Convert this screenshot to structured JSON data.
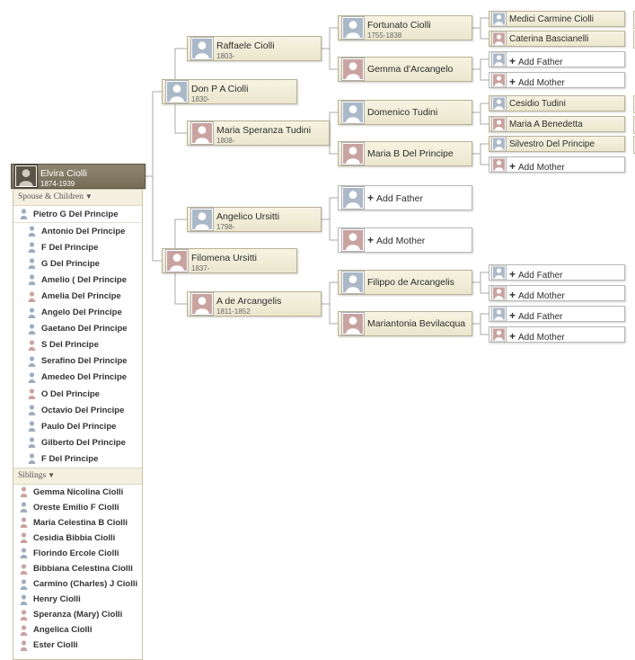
{
  "colors": {
    "card_fill": "#ede8d0",
    "card_border": "#b9b296",
    "root_fill": "#7f7562",
    "male_avatar": "#aab8c8",
    "female_avatar": "#c9a3a0",
    "line": "#a9a9a9"
  },
  "icons": {
    "person_male": "person-silhouette-male-icon",
    "person_female": "person-silhouette-female-icon",
    "dropdown": "triangle-down-icon",
    "add": "plus-icon"
  },
  "root_person": {
    "name": "Elvira Ciolli",
    "dates": "1874-1939",
    "gender": "female"
  },
  "tree": {
    "father": {
      "name": "Don P A Ciolli",
      "dates": "1830-",
      "gender": "male"
    },
    "mother": {
      "name": "Filomena Ursitti",
      "dates": "1837-",
      "gender": "female"
    },
    "paternal_grandfather": {
      "name": "Raffaele Ciolli",
      "dates": "1803-",
      "gender": "male"
    },
    "paternal_grandmother": {
      "name": "Maria Speranza Tudini",
      "dates": "1808-",
      "gender": "female"
    },
    "maternal_grandfather": {
      "name": "Angelico Ursitti",
      "dates": "1798-",
      "gender": "male"
    },
    "maternal_grandmother": {
      "name": "A de Arcangelis",
      "dates": "1811-1852",
      "gender": "female"
    },
    "gen3": [
      {
        "name": "Fortunato Ciolli",
        "dates": "1755-1838",
        "gender": "male"
      },
      {
        "name": "Gemma d'Arcangelo",
        "dates": "",
        "gender": "female"
      },
      {
        "name": "Domenico Tudini",
        "dates": "",
        "gender": "male"
      },
      {
        "name": "Maria B Del Principe",
        "dates": "",
        "gender": "female"
      },
      {
        "name": "Add Father",
        "dates": "",
        "gender": "male"
      },
      {
        "name": "Add Mother",
        "dates": "",
        "gender": "female"
      },
      {
        "name": "Filippo de Arcangelis",
        "dates": "",
        "gender": "male"
      },
      {
        "name": "Mariantonia Bevilacqua",
        "dates": "",
        "gender": "female"
      }
    ],
    "gen4": [
      {
        "name": "Medici Carmine Ciolli",
        "gender": "male"
      },
      {
        "name": "Caterina Bascianelli",
        "gender": "female"
      },
      {
        "name": "Add Father",
        "gender": "male"
      },
      {
        "name": "Add Mother",
        "gender": "female"
      },
      {
        "name": "Cesidio Tudini",
        "gender": "male"
      },
      {
        "name": "Maria A Benedetta",
        "gender": "female"
      },
      {
        "name": "Silvestro Del Principe",
        "gender": "male"
      },
      {
        "name": "Add Mother",
        "gender": "female"
      },
      {
        "name": "Add Father",
        "gender": "male"
      },
      {
        "name": "Add Mother",
        "gender": "female"
      },
      {
        "name": "Add Father",
        "gender": "male"
      },
      {
        "name": "Add Mother",
        "gender": "female"
      }
    ]
  },
  "family_panel": {
    "spouse_header": "Spouse & Children",
    "spouse": {
      "name": "Pietro G Del Principe",
      "gender": "male"
    },
    "children": [
      {
        "name": "Antonio Del Principe",
        "gender": "male"
      },
      {
        "name": "F Del Principe",
        "gender": "male"
      },
      {
        "name": "G Del Principe",
        "gender": "male"
      },
      {
        "name": "Amelio ( Del Principe",
        "gender": "male"
      },
      {
        "name": "Amelia Del Principe",
        "gender": "female"
      },
      {
        "name": "Angelo Del Principe",
        "gender": "male"
      },
      {
        "name": "Gaetano Del Principe",
        "gender": "male"
      },
      {
        "name": "S Del Principe",
        "gender": "female"
      },
      {
        "name": "Serafino Del Principe",
        "gender": "male"
      },
      {
        "name": "Amedeo Del Principe",
        "gender": "male"
      },
      {
        "name": "O Del Principe",
        "gender": "female"
      },
      {
        "name": "Octavio Del Principe",
        "gender": "male"
      },
      {
        "name": "Paulo Del Principe",
        "gender": "male"
      },
      {
        "name": "Gilberto Del Principe",
        "gender": "male"
      },
      {
        "name": "F Del Principe",
        "gender": "male"
      }
    ],
    "siblings_header": "Siblings",
    "siblings": [
      {
        "name": "Gemma Nicolina Ciolli",
        "gender": "female"
      },
      {
        "name": "Oreste Emilio F Ciolli",
        "gender": "male"
      },
      {
        "name": "Maria Celestina B Ciolli",
        "gender": "female"
      },
      {
        "name": "Cesidia Bibbia Ciolli",
        "gender": "female"
      },
      {
        "name": "Florindo Ercole Ciolli",
        "gender": "male"
      },
      {
        "name": "Bibbiana Celestina Ciolli",
        "gender": "female"
      },
      {
        "name": "Carmino (Charles) J Ciolli",
        "gender": "male"
      },
      {
        "name": "Henry Ciolli",
        "gender": "male"
      },
      {
        "name": "Speranza (Mary) Ciolli",
        "gender": "female"
      },
      {
        "name": "Angelica Ciolli",
        "gender": "female"
      },
      {
        "name": "Ester Ciolli",
        "gender": "female"
      }
    ]
  }
}
